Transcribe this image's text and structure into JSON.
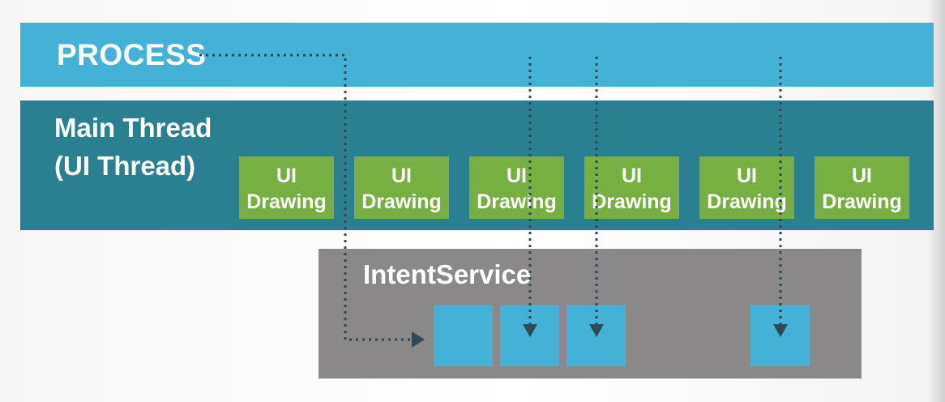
{
  "process": {
    "label": "PROCESS"
  },
  "main_thread": {
    "line1": "Main Thread",
    "line2": "(UI Thread)"
  },
  "ui_drawing_boxes": [
    {
      "line1": "UI",
      "line2": "Drawing"
    },
    {
      "line1": "UI",
      "line2": "Drawing"
    },
    {
      "line1": "UI",
      "line2": "Drawing"
    },
    {
      "line1": "UI",
      "line2": "Drawing"
    },
    {
      "line1": "UI",
      "line2": "Drawing"
    },
    {
      "line1": "UI",
      "line2": "Drawing"
    }
  ],
  "intent_service": {
    "label": "IntentService"
  },
  "work_items": 4,
  "colors": {
    "process": "#44b2d6",
    "main_thread": "#2a8090",
    "ui_drawing": "#76b043",
    "intent_service": "#8a8889",
    "work_item": "#44b2d6",
    "arrow": "#2f4a55"
  }
}
